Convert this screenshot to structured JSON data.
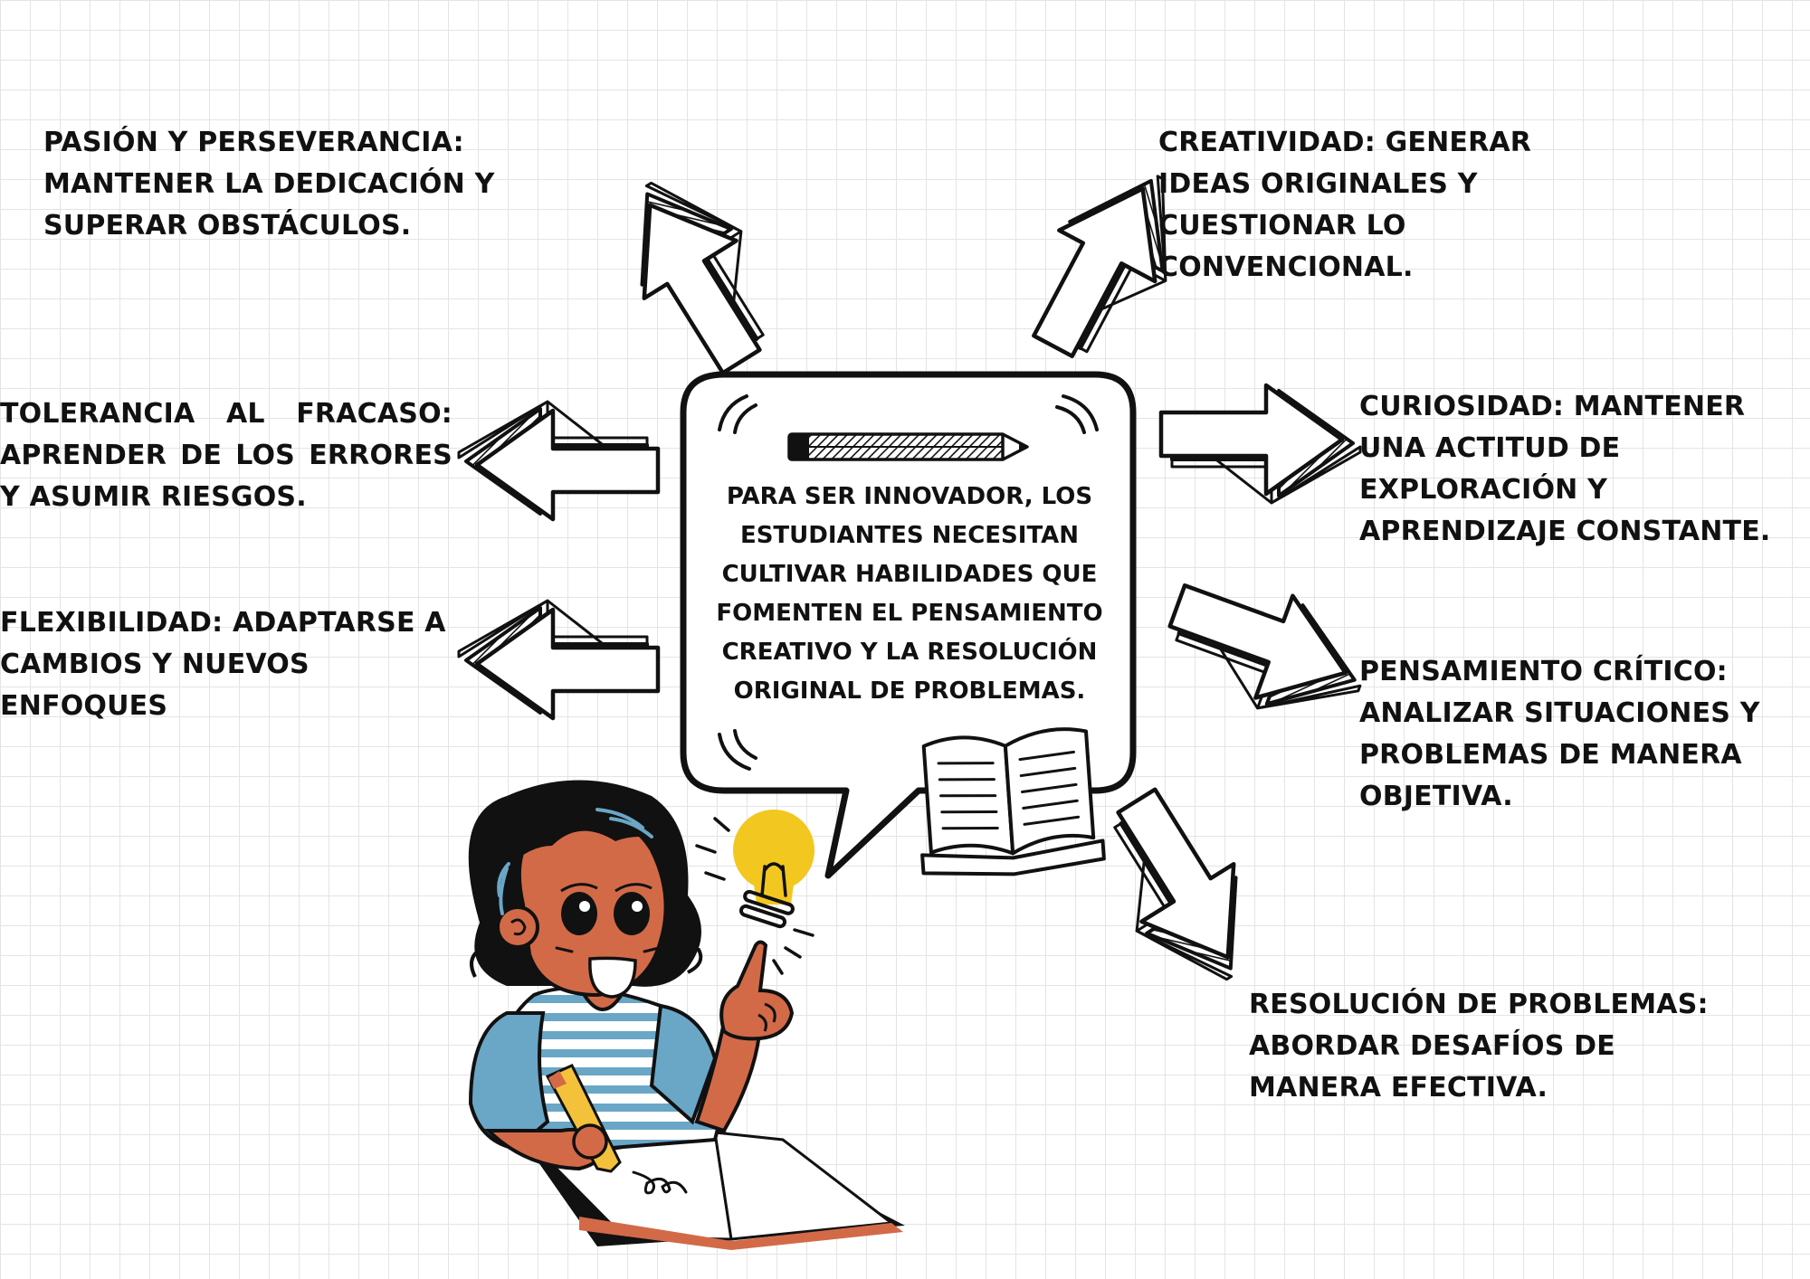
{
  "center": {
    "text": "Para ser innovador, los estudiantes necesitan cultivar habilidades que fomenten el pensamiento creativo y la resolución original de problemas."
  },
  "skills": {
    "pasion": "Pasión y perseverancia: mantener la dedicación y superar obstáculos.",
    "creatividad": "Creatividad: generar ideas originales y cuestionar lo convencional.",
    "tolerancia": "Tolerancia al fracaso: aprender de los errores y asumir riesgos.",
    "curiosidad": "Curiosidad: mantener una actitud de exploración y aprendizaje constante.",
    "flexibilidad": "Flexibilidad: adaptarse a cambios y nuevos enfoques",
    "pensamiento_critico": "Pensamiento crítico: analizar situaciones y problemas de manera objetiva.",
    "resolucion": "Resolución de problemas: abordar desafíos de manera efectiva."
  },
  "colors": {
    "ink": "#111111",
    "skin": "#d26a48",
    "shirt_blue": "#6aa6c6",
    "bulb_yellow": "#f2c720",
    "pencil_yellow": "#f4c13a"
  },
  "icons": [
    "arrow-icon",
    "pencil-icon",
    "open-book-icon",
    "lightbulb-icon",
    "student-illustration"
  ]
}
